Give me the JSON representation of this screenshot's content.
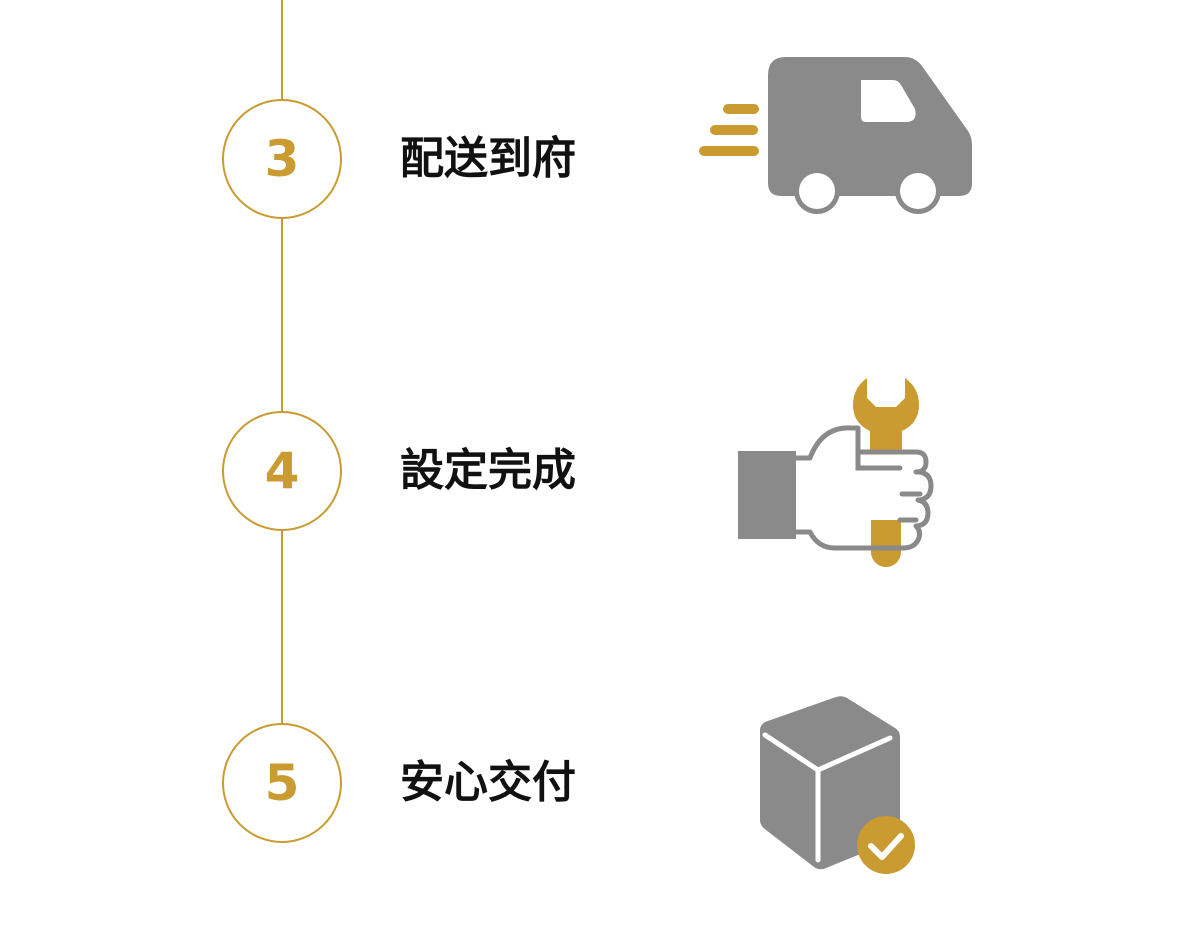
{
  "colors": {
    "accent": "#c99b30",
    "icon_gray": "#8a8a8a",
    "text": "#111111"
  },
  "steps": [
    {
      "number": "3",
      "label": "配送到府",
      "icon": "delivery-truck-icon"
    },
    {
      "number": "4",
      "label": "設定完成",
      "icon": "hand-wrench-icon"
    },
    {
      "number": "5",
      "label": "安心交付",
      "icon": "box-check-icon"
    }
  ]
}
